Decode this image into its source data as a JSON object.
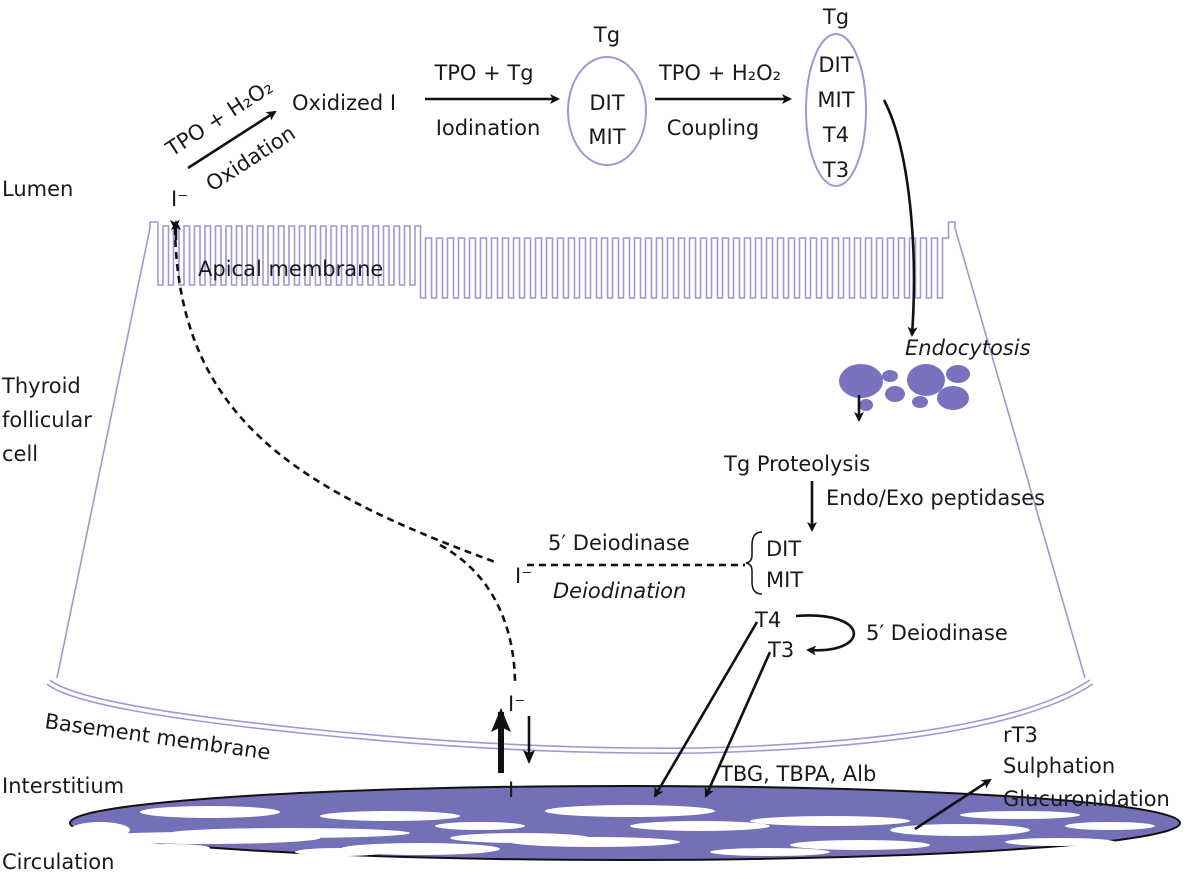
{
  "colors": {
    "membrane": "#9d99d4",
    "vessel": "#7470b8",
    "vesicle": "#7a72bf",
    "arrow": "#111111"
  },
  "regions": {
    "lumen": "Lumen",
    "cell": [
      "Thyroid",
      "follicular",
      "cell"
    ],
    "interstitium": "Interstitium",
    "circulation": "Circulation"
  },
  "membranes": {
    "apical": "Apical membrane",
    "basement": "Basement membrane"
  },
  "lumen_steps": {
    "iodide": "I⁻",
    "oxidation_enzyme": "TPO + H₂O₂",
    "oxidation": "Oxidation",
    "oxidized": "Oxidized I",
    "iodination_enzyme": "TPO + Tg",
    "iodination": "Iodination",
    "tg1": {
      "title": "Tg",
      "items": [
        "DIT",
        "MIT"
      ]
    },
    "coupling_enzyme": "TPO + H₂O₂",
    "coupling": "Coupling",
    "tg2": {
      "title": "Tg",
      "items": [
        "DIT",
        "MIT",
        "T4",
        "T3"
      ]
    }
  },
  "cell_steps": {
    "endocytosis": "Endocytosis",
    "proteolysis": "Tg Proteolysis",
    "peptidases": "Endo/Exo peptidases",
    "products": [
      "DIT",
      "MIT"
    ],
    "t4": "T4",
    "t3": "T3",
    "deiodinase_left": "5′ Deiodinase",
    "deiodination": "Deiodination",
    "iodide_recycled": "I⁻",
    "deiodinase_right": "5′ Deiodinase",
    "iodide_basal": "I⁻",
    "iodide_interstitial": "I⁻"
  },
  "circulation_steps": {
    "binding": "TBG, TBPA, Alb",
    "metabolism": [
      "rT3",
      "Sulphation",
      "Glucuronidation"
    ]
  }
}
